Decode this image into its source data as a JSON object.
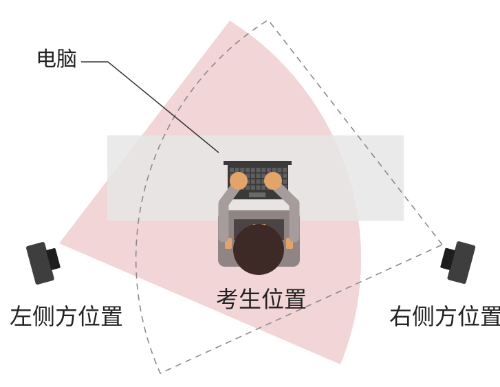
{
  "labels": {
    "computer": "电脑",
    "left_position": "左侧方位置",
    "candidate_position": "考生位置",
    "right_position": "右侧方位置"
  },
  "colors": {
    "left_view_fill": "#f2d5d6",
    "right_view_outline": "#8a8a8a",
    "desk_fill": "#e6e6e6",
    "camera": "#3e3e3e",
    "camera_lens": "#1e1e1e",
    "person_head": "#3d2a27",
    "person_body": "#8f8585",
    "person_arm": "#a59c9b",
    "hand": "#e4a468",
    "laptop": "#3a3a3a",
    "leader_line": "#333333"
  }
}
